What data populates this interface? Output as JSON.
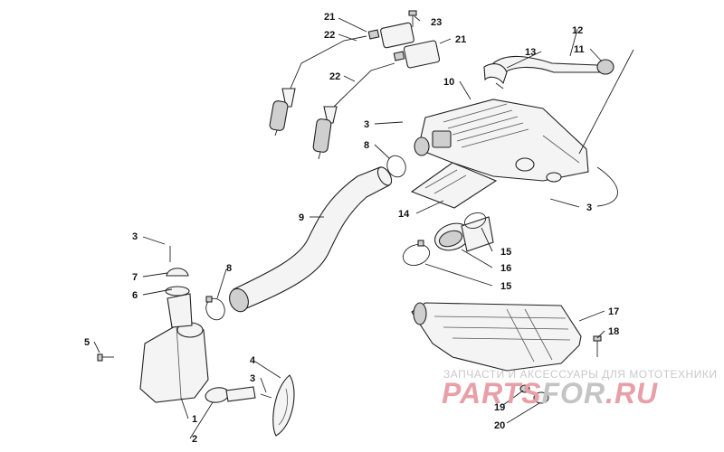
{
  "callouts": {
    "c1": "1",
    "c2": "2",
    "c3a": "3",
    "c3b": "3",
    "c3c": "3",
    "c3d": "3",
    "c4": "4",
    "c5": "5",
    "c6": "6",
    "c7": "7",
    "c8a": "8",
    "c8b": "8",
    "c9": "9",
    "c10": "10",
    "c11": "11",
    "c12": "12",
    "c13": "13",
    "c14": "14",
    "c15a": "15",
    "c15b": "15",
    "c16": "16",
    "c17": "17",
    "c18": "18",
    "c19": "19",
    "c20": "20",
    "c21a": "21",
    "c21b": "21",
    "c22a": "22",
    "c22b": "22",
    "c23": "23"
  },
  "watermark": {
    "tagline": "ЗАПЧАСТИ И АКСЕССУАРЫ ДЛЯ МОТОТЕХНИКИ",
    "logo_part1": "PARTS",
    "logo_part2": "FOR",
    "logo_part3": ".RU",
    "logo_color_red": "#e8a0a8",
    "logo_color_gray": "#c4c4c4"
  }
}
